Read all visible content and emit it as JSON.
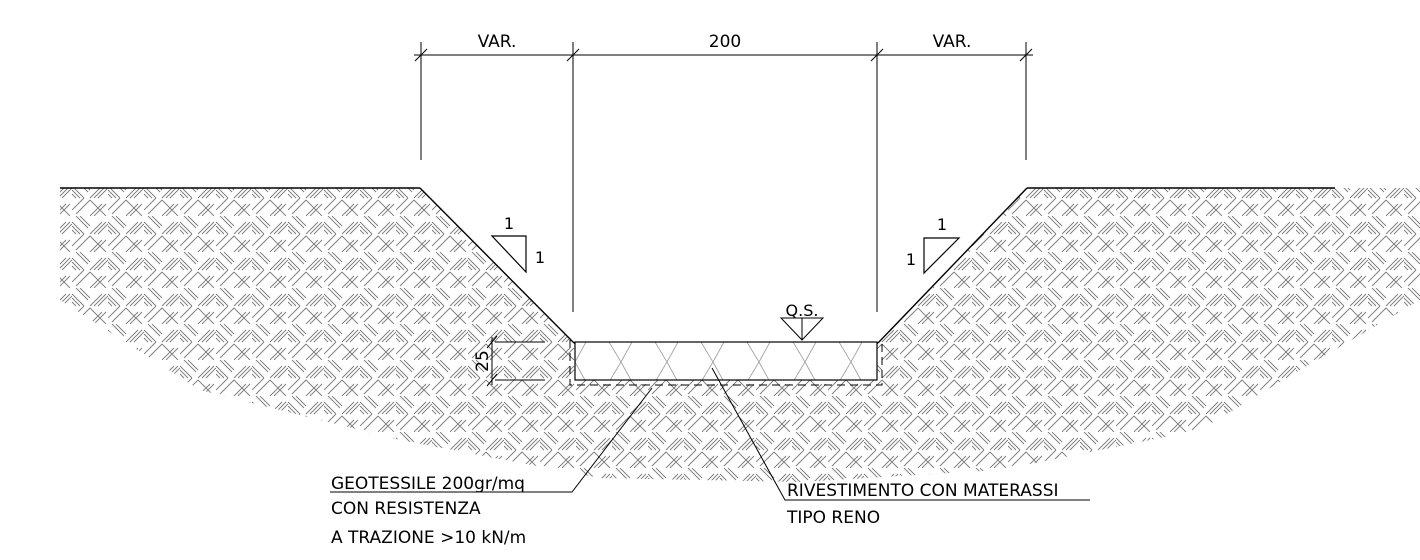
{
  "dimensions": {
    "left_width": "VAR.",
    "bottom_width": "200",
    "right_width": "VAR.",
    "lining_thickness": "25"
  },
  "slopes": {
    "left": {
      "horizontal": "1",
      "vertical": "1"
    },
    "right": {
      "horizontal": "1",
      "vertical": "1"
    }
  },
  "level_marker": "Q.S.",
  "notes": {
    "geotextile": [
      "GEOTESSILE 200gr/mq",
      "CON RESISTENZA",
      "A TRAZIONE >10 kN/m"
    ],
    "lining": [
      "RIVESTIMENTO CON MATERASSI",
      "TIPO RENO"
    ]
  }
}
